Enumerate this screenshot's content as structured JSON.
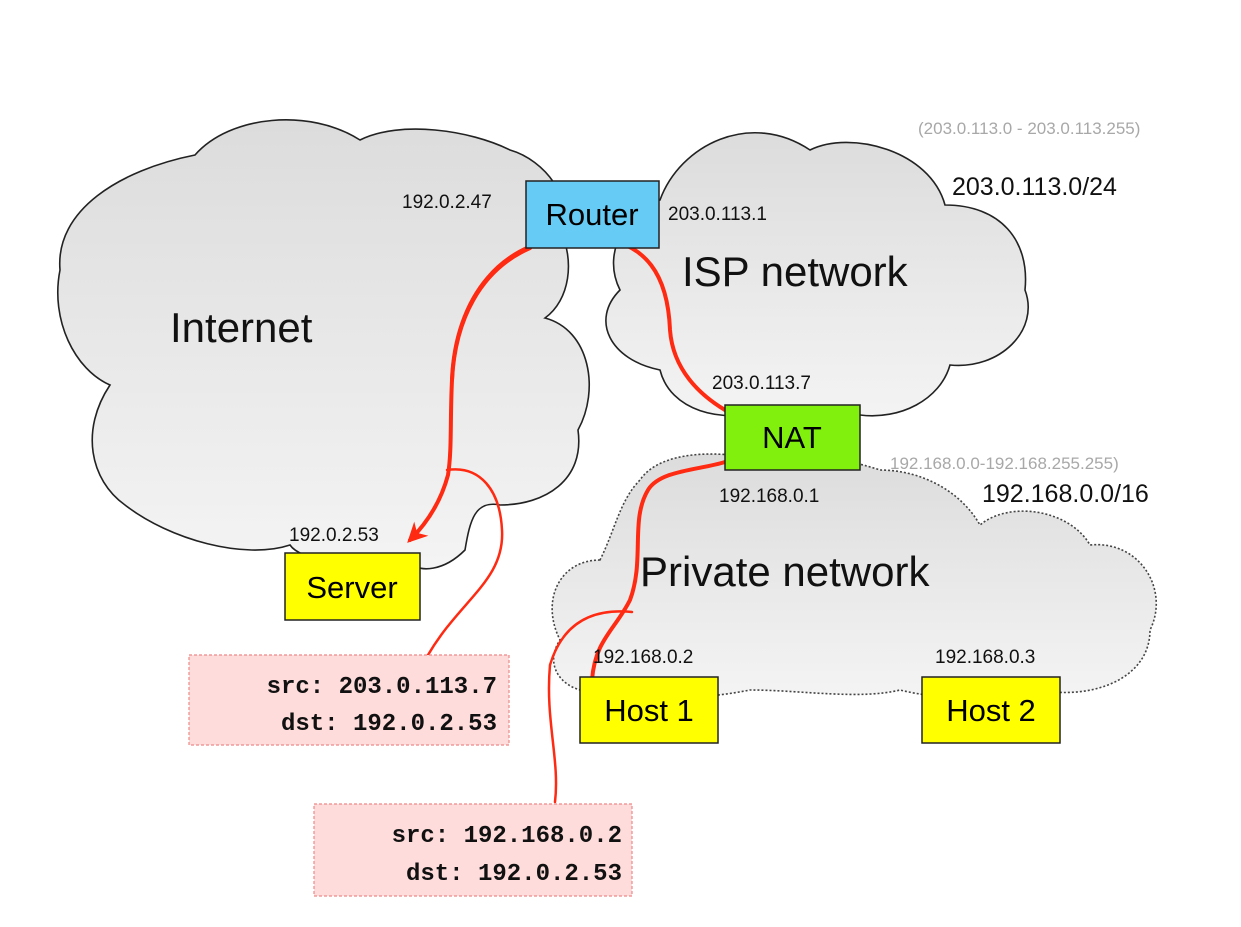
{
  "networks": {
    "internet": {
      "label": "Internet"
    },
    "isp": {
      "label": "ISP network",
      "cidr": "203.0.113.0/24",
      "range": "(203.0.113.0 - 203.0.113.255)"
    },
    "private": {
      "label": "Private network",
      "cidr": "192.168.0.0/16",
      "range": "192.168.0.0-192.168.255.255)"
    }
  },
  "nodes": {
    "router": {
      "label": "Router",
      "ip_internet": "192.0.2.47",
      "ip_isp": "203.0.113.1",
      "color": "#66ccf5"
    },
    "nat": {
      "label": "NAT",
      "ip_public": "203.0.113.7",
      "ip_private": "192.168.0.1",
      "color": "#80f00c"
    },
    "server": {
      "label": "Server",
      "ip": "192.0.2.53",
      "color": "#ffff00"
    },
    "host1": {
      "label": "Host 1",
      "ip": "192.168.0.2",
      "color": "#ffff00"
    },
    "host2": {
      "label": "Host 2",
      "ip": "192.168.0.3",
      "color": "#ffff00"
    }
  },
  "packets": [
    {
      "src": "src: 203.0.113.7",
      "dst": "dst: 192.0.2.53"
    },
    {
      "src": "src: 192.168.0.2",
      "dst": "dst: 192.0.2.53"
    }
  ],
  "colors": {
    "path": "#ff2a12",
    "packet_fill": "#ffdcdc",
    "packet_border": "#e88"
  }
}
